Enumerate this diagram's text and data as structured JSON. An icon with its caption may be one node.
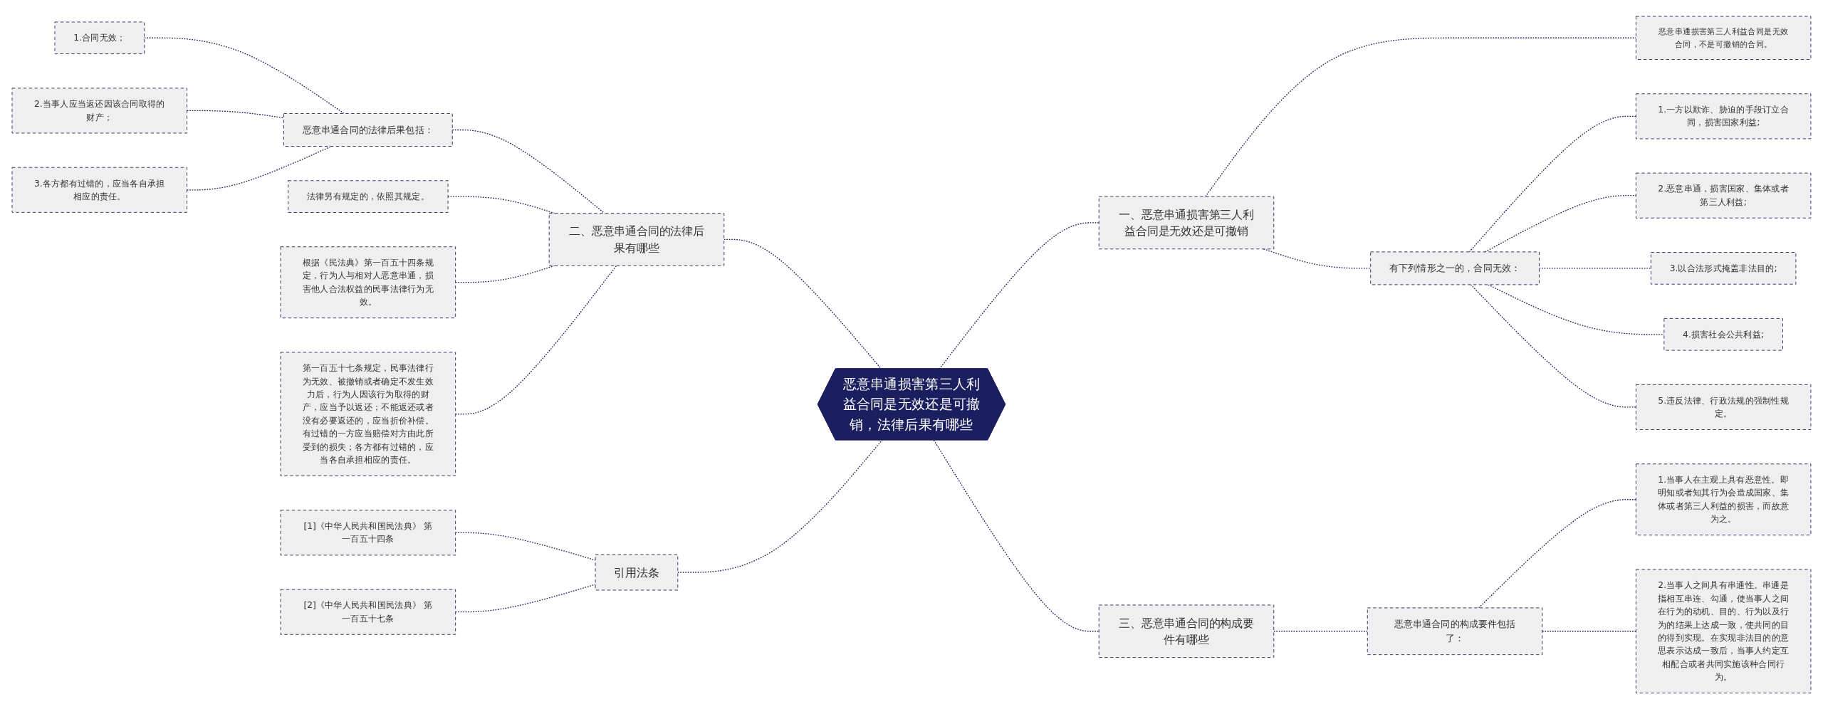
{
  "diagram": {
    "nodes": [
      {
        "text": [
          "恶意串通损害第三人利益合同是无效还是可撤销，法律后果有哪些"
        ]
      },
      {
        "text": [
          "一、恶意串通损害第三人利益合同是无效还是可撤销"
        ]
      },
      {
        "text": [
          "恶意串通损害第三人利益合同是无效合同，不是可撤销的合同。"
        ]
      },
      {
        "text": [
          "有下列情形之一的，合同无效："
        ]
      },
      {
        "text": [
          "1.一方以欺诈、胁迫的手段订立合同，损害国家利益;"
        ]
      },
      {
        "text": [
          "2.恶意串通，损害国家、集体或者第三人利益;"
        ]
      },
      {
        "text": [
          "3.以合法形式掩盖非法目的;"
        ]
      },
      {
        "text": [
          "4.损害社会公共利益;"
        ]
      },
      {
        "text": [
          "5.违反法律、行政法规的强制性规定。"
        ]
      },
      {
        "text": [
          "三、恶意串通合同的构成要件有哪些"
        ]
      },
      {
        "text": [
          "恶意串通合同的构成要件包括了："
        ]
      },
      {
        "text": [
          "1.当事人在主观上具有恶意性。即明知或者知其行为会造成国家、集体或者第三人利益的损害，而故意为之。"
        ]
      },
      {
        "text": [
          "2.当事人之间具有串通性。串通是指相互串连、勾通，使当事人之间在行为的动机、目的、行为以及行为的结果上达成一致，使共同的目的得到实现。在实现非法目的的意思表示达成一致后，当事人约定互相配合或者共同实施该种合同行为。"
        ]
      },
      {
        "text": [
          "二、恶意串通合同的法律后果有哪些"
        ]
      },
      {
        "text": [
          "恶意串通合同的法律后果包括："
        ]
      },
      {
        "text": [
          "1.合同无效；"
        ]
      },
      {
        "text": [
          "2.当事人应当返还因该合同取得的财产；"
        ]
      },
      {
        "text": [
          "3.各方都有过错的，应当各自承担相应的责任。"
        ]
      },
      {
        "text": [
          "法律另有规定的，依照其规定。"
        ]
      },
      {
        "text": [
          "根据《民法典》第一百五十四条规定，行为人与相对人恶意串通，损害他人合法权益的民事法律行为无效。"
        ]
      },
      {
        "text": [
          "第一百五十七条规定，民事法律行为无效、被撤销或者确定不发生效力后，行为人因该行为取得的财产，应当予以返还；不能返还或者没有必要返还的，应当折价补偿。有过错的一方应当赔偿对方由此所受到的损失；各方都有过错的，应当各自承担相应的责任。"
        ]
      },
      {
        "text": [
          "引用法条"
        ]
      },
      {
        "text": [
          "[1]《中华人民共和国民法典》 第一百五十四条"
        ]
      },
      {
        "text": [
          "[2]《中华人民共和国民法典》 第一百五十七条"
        ]
      }
    ],
    "edges": [
      {
        "from": 0,
        "to": 1,
        "arrow": "none",
        "style": "dashed"
      },
      {
        "from": 1,
        "to": 2,
        "arrow": "none",
        "style": "dashed"
      },
      {
        "from": 1,
        "to": 3,
        "arrow": "none",
        "style": "dashed"
      },
      {
        "from": 3,
        "to": 4,
        "arrow": "none",
        "style": "dashed"
      },
      {
        "from": 3,
        "to": 5,
        "arrow": "none",
        "style": "dashed"
      },
      {
        "from": 3,
        "to": 6,
        "arrow": "none",
        "style": "dashed"
      },
      {
        "from": 3,
        "to": 7,
        "arrow": "none",
        "style": "dashed"
      },
      {
        "from": 3,
        "to": 8,
        "arrow": "none",
        "style": "dashed"
      },
      {
        "from": 0,
        "to": 9,
        "arrow": "none",
        "style": "dashed"
      },
      {
        "from": 9,
        "to": 10,
        "arrow": "none",
        "style": "dashed"
      },
      {
        "from": 10,
        "to": 11,
        "arrow": "none",
        "style": "dashed"
      },
      {
        "from": 10,
        "to": 12,
        "arrow": "none",
        "style": "dashed"
      },
      {
        "from": 0,
        "to": 13,
        "arrow": "none",
        "style": "dashed"
      },
      {
        "from": 13,
        "to": 14,
        "arrow": "none",
        "style": "dashed"
      },
      {
        "from": 14,
        "to": 15,
        "arrow": "none",
        "style": "dashed"
      },
      {
        "from": 14,
        "to": 16,
        "arrow": "none",
        "style": "dashed"
      },
      {
        "from": 14,
        "to": 17,
        "arrow": "none",
        "style": "dashed"
      },
      {
        "from": 13,
        "to": 18,
        "arrow": "none",
        "style": "dashed"
      },
      {
        "from": 13,
        "to": 19,
        "arrow": "none",
        "style": "dashed"
      },
      {
        "from": 13,
        "to": 20,
        "arrow": "none",
        "style": "dashed"
      },
      {
        "from": 0,
        "to": 21,
        "arrow": "none",
        "style": "dashed"
      },
      {
        "from": 21,
        "to": 22,
        "arrow": "none",
        "style": "dashed"
      },
      {
        "from": 21,
        "to": 23,
        "arrow": "none",
        "style": "dashed"
      }
    ]
  }
}
